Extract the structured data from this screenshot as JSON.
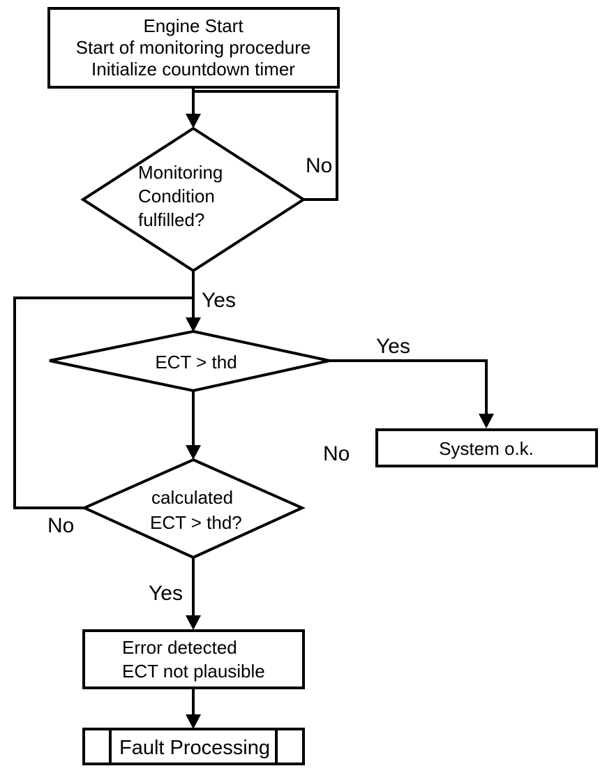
{
  "canvas": {
    "background": "#ffffff",
    "stroke_color": "#000000",
    "text_color": "#000000"
  },
  "nodes": {
    "start": {
      "lines": [
        "Engine Start",
        "Start of monitoring procedure",
        "Initialize countdown timer"
      ]
    },
    "monitoring_condition": {
      "lines": [
        "Monitoring",
        "Condition",
        "fulfilled?"
      ]
    },
    "ect_check": {
      "label": "ECT > thd"
    },
    "system_ok": {
      "label": "System o.k."
    },
    "calculated_check": {
      "lines": [
        "calculated",
        "ECT > thd?"
      ]
    },
    "error_detected": {
      "lines": [
        "Error detected",
        "ECT not plausible"
      ]
    },
    "fault_processing": {
      "label": "Fault Processing"
    }
  },
  "edge_labels": {
    "monitoring_no": "No",
    "monitoring_yes": "Yes",
    "ect_yes": "Yes",
    "ect_no": "No",
    "calculated_no": "No",
    "calculated_yes": "Yes"
  }
}
